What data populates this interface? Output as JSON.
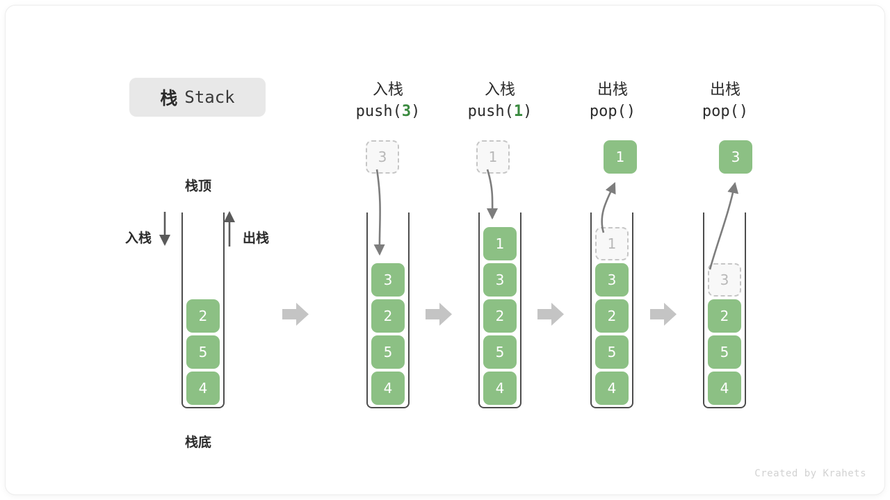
{
  "title": {
    "cn": "栈",
    "en": "Stack"
  },
  "labels": {
    "top": "栈顶",
    "bottom": "栈底",
    "push": "入栈",
    "pop": "出栈"
  },
  "credit": "Created by Krahets",
  "colors": {
    "cell_fill": "#8cc084",
    "cell_text": "#ffffff",
    "ghost_fill": "#f8f8f8",
    "ghost_border": "#c6c6c6",
    "ghost_text": "#b8b8b8",
    "tube_border": "#4d4d4d",
    "accent_green": "#3a8a3f",
    "step_arrow": "#c4c4c4",
    "chip_bg": "#e8e8e8"
  },
  "stages": [
    {
      "name": "initial",
      "caption_cn": "",
      "caption_code_pre": "",
      "caption_code_arg": "",
      "caption_code_post": "",
      "cells": [
        {
          "value": "2",
          "state": "filled"
        },
        {
          "value": "5",
          "state": "filled"
        },
        {
          "value": "4",
          "state": "filled"
        }
      ],
      "floating": null
    },
    {
      "name": "push-3",
      "caption_cn": "入栈",
      "caption_code_pre": "push(",
      "caption_code_arg": "3",
      "caption_code_post": ")",
      "cells": [
        {
          "value": "3",
          "state": "filled"
        },
        {
          "value": "2",
          "state": "filled"
        },
        {
          "value": "5",
          "state": "filled"
        },
        {
          "value": "4",
          "state": "filled"
        }
      ],
      "floating": {
        "value": "3",
        "state": "ghost"
      }
    },
    {
      "name": "push-1",
      "caption_cn": "入栈",
      "caption_code_pre": "push(",
      "caption_code_arg": "1",
      "caption_code_post": ")",
      "cells": [
        {
          "value": "1",
          "state": "filled"
        },
        {
          "value": "3",
          "state": "filled"
        },
        {
          "value": "2",
          "state": "filled"
        },
        {
          "value": "5",
          "state": "filled"
        },
        {
          "value": "4",
          "state": "filled"
        }
      ],
      "floating": {
        "value": "1",
        "state": "ghost"
      }
    },
    {
      "name": "pop-1",
      "caption_cn": "出栈",
      "caption_code_pre": "pop(",
      "caption_code_arg": "",
      "caption_code_post": ")",
      "cells": [
        {
          "value": "1",
          "state": "ghost"
        },
        {
          "value": "3",
          "state": "filled"
        },
        {
          "value": "2",
          "state": "filled"
        },
        {
          "value": "5",
          "state": "filled"
        },
        {
          "value": "4",
          "state": "filled"
        }
      ],
      "floating": {
        "value": "1",
        "state": "filled"
      }
    },
    {
      "name": "pop-3",
      "caption_cn": "出栈",
      "caption_code_pre": "pop(",
      "caption_code_arg": "",
      "caption_code_post": ")",
      "cells": [
        {
          "value": "3",
          "state": "ghost"
        },
        {
          "value": "2",
          "state": "filled"
        },
        {
          "value": "5",
          "state": "filled"
        },
        {
          "value": "4",
          "state": "filled"
        }
      ],
      "floating": {
        "value": "3",
        "state": "filled"
      }
    }
  ]
}
